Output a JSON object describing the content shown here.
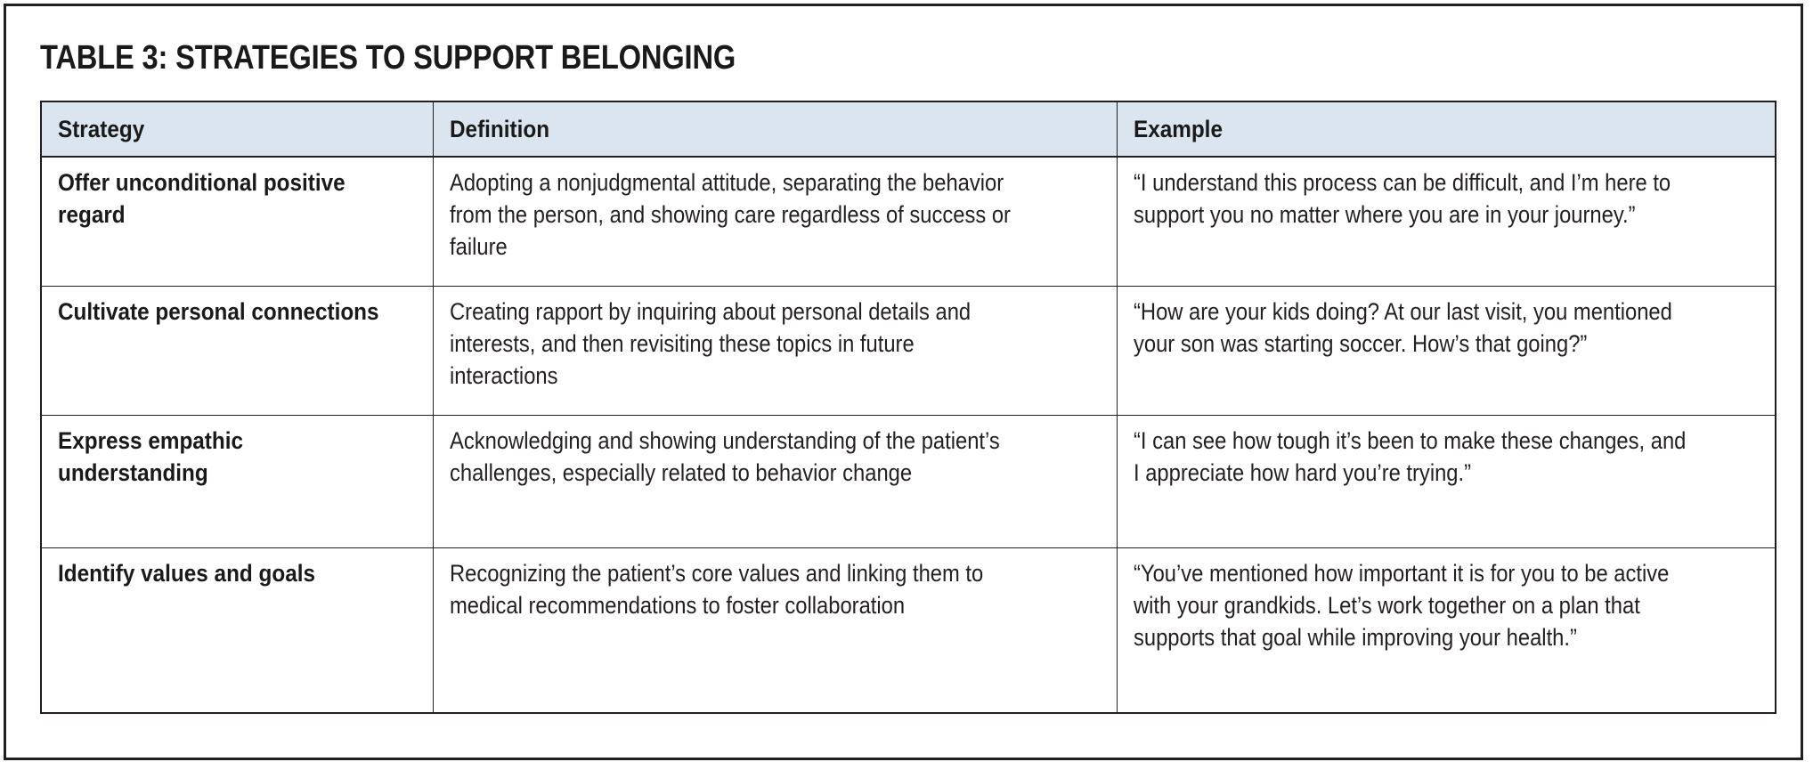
{
  "title": "TABLE 3: STRATEGIES TO SUPPORT BELONGING",
  "colors": {
    "header_background": "#dbe5ef",
    "border": "#231f20",
    "text": "#231f20",
    "page_background": "#ffffff"
  },
  "table": {
    "columns": [
      {
        "key": "strategy",
        "label": "Strategy"
      },
      {
        "key": "definition",
        "label": "Definition"
      },
      {
        "key": "example",
        "label": "Example"
      }
    ],
    "rows": [
      {
        "strategy": "Offer unconditional positive regard",
        "definition": "Adopting a nonjudgmental attitude, separating the behavior from the person, and showing care regardless of success or failure",
        "example": "“I understand this process can be difficult, and I’m here to support you no matter where you are in your journey.”"
      },
      {
        "strategy": "Cultivate personal connections",
        "definition": "Creating rapport by inquiring about personal details and interests, and then revisiting these topics in future interactions",
        "example": "“How are your kids doing? At our last visit, you mentioned your son was starting soccer. How’s that going?”"
      },
      {
        "strategy": "Express empathic understanding",
        "definition": "Acknowledging and showing understanding of the patient’s challenges, especially related to behavior change",
        "example": "“I can see how tough it’s been to make these changes, and I appreciate how hard you’re trying.”"
      },
      {
        "strategy": "Identify values and goals",
        "definition": "Recognizing the patient’s core values and linking them to medical recommendations to foster collaboration",
        "example": "“You’ve mentioned how important it is for you to be active with your grandkids. Let’s work together on a plan that supports that goal while improving your health.”"
      }
    ]
  }
}
